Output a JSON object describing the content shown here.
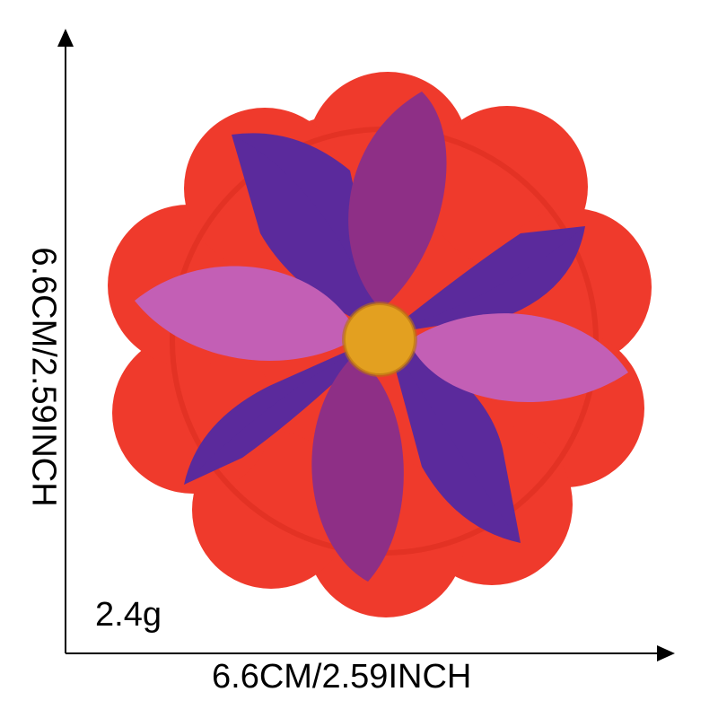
{
  "dimensions": {
    "width_text": "6.6CM/2.59INCH",
    "height_text": "6.6CM/2.59INCH",
    "weight_text": "2.4g"
  },
  "colors": {
    "patch_red": "#ef3a2c",
    "patch_red_dark": "#d92b1f",
    "outer_petal_purple": "#5b2a9c",
    "vertical_petal_magenta": "#8e2f86",
    "horizontal_petal_pink": "#c35fb5",
    "center_yellow": "#e3a020",
    "axis_black": "#000000"
  },
  "icons": [
    "arrow-up-icon",
    "arrow-right-icon"
  ]
}
